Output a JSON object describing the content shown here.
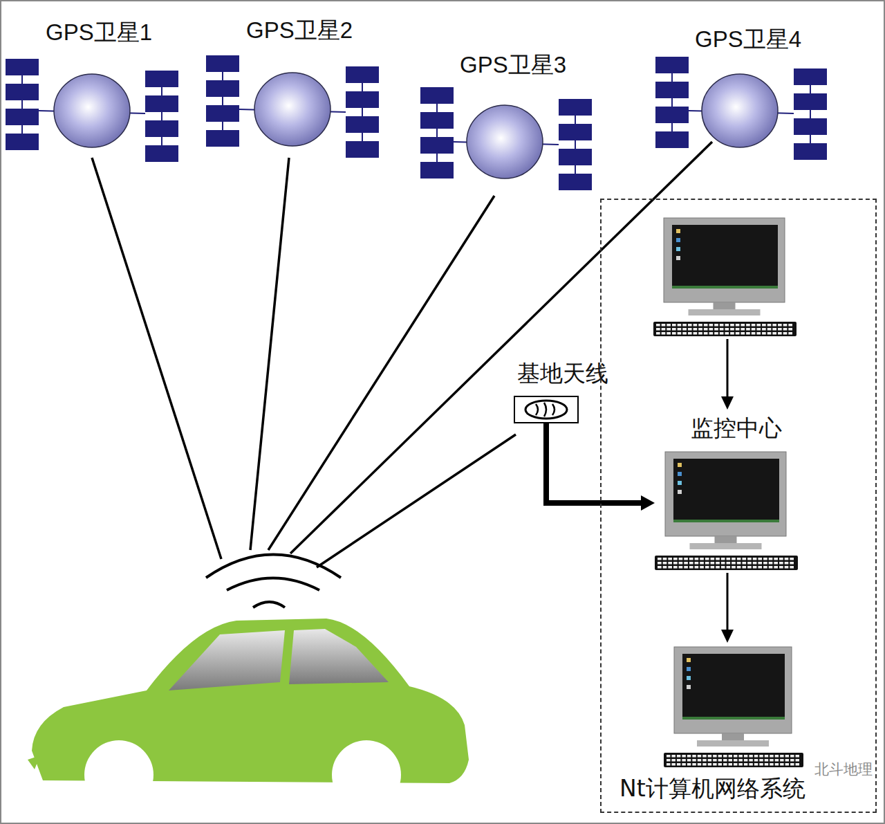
{
  "diagram": {
    "nodes": [
      {
        "text": [
          "GPS卫星1"
        ]
      },
      {
        "text": [
          "GPS卫星2"
        ]
      },
      {
        "text": [
          "GPS卫星3"
        ]
      },
      {
        "text": [
          "GPS卫星4"
        ]
      },
      {
        "text": [
          "基地天线"
        ]
      },
      {
        "text": [
          "Nt计算机网络系统"
        ]
      },
      {
        "text": [
          "监控中心"
        ],
        "in": 5
      }
    ],
    "edges": [
      {
        "from": 4,
        "to": 6,
        "arrow": "to"
      }
    ],
    "labels": [
      "北斗地理"
    ]
  }
}
